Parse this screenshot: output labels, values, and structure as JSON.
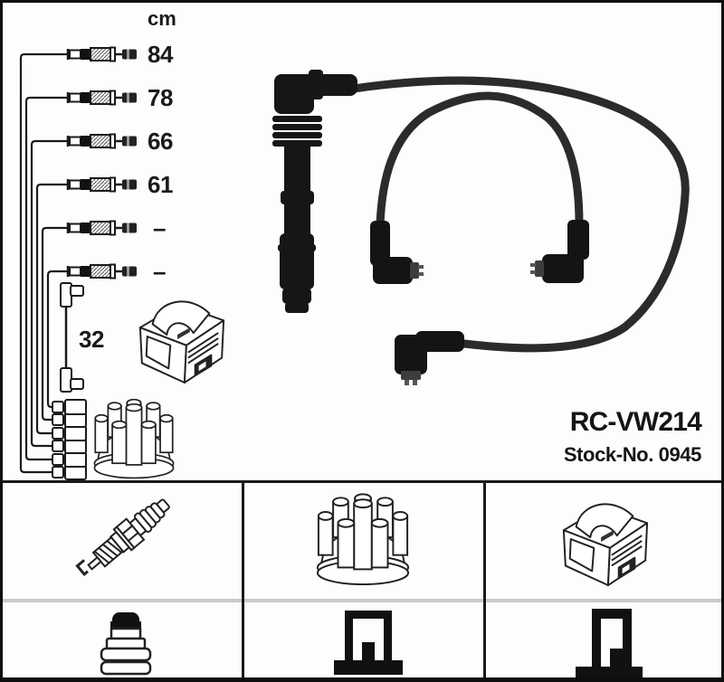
{
  "header": {
    "unit_label": "cm"
  },
  "diagram": {
    "cable_lengths": [
      "84",
      "78",
      "66",
      "61",
      "–",
      "–"
    ],
    "coil_wire_length": "32"
  },
  "product": {
    "part_number": "RC-VW214",
    "stock_number": "Stock-No. 0945"
  },
  "legend": {
    "row1": [
      "spark-plug",
      "distributor-cap",
      "ignition-coil"
    ],
    "row2": [
      "spark-plug-boot",
      "distributor-connector",
      "coil-connector"
    ]
  },
  "colors": {
    "line": "#1a1a1a",
    "photo_cable": "#262626",
    "boot_black": "#141414",
    "divider_light": "#c9c9c9",
    "background": "#fdfdfd"
  }
}
